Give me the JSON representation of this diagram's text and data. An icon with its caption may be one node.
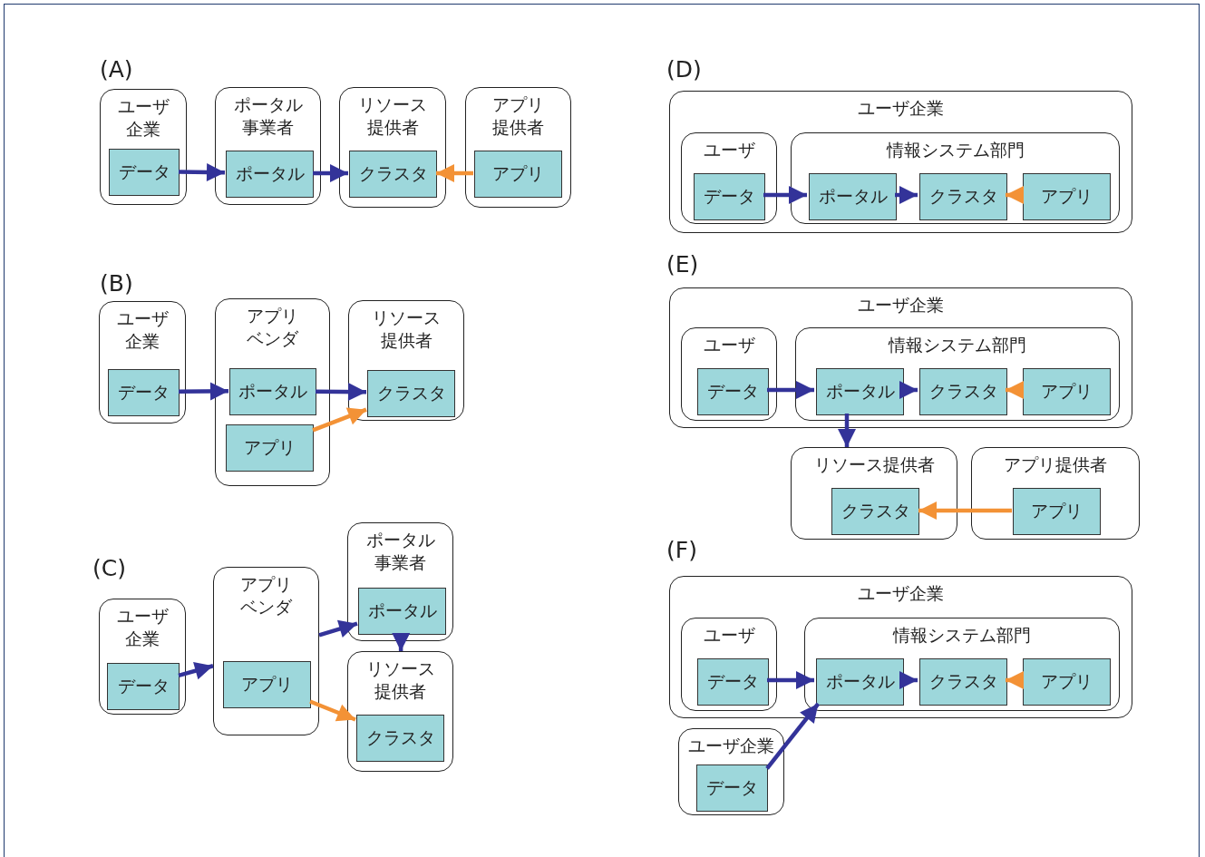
{
  "diagram": {
    "nodes": [
      {
        "text": [
          "ユーザ企業"
        ]
      },
      {
        "text": [
          "データ"
        ],
        "in": 0
      },
      {
        "text": [
          "ポータル事業者"
        ]
      },
      {
        "text": [
          "ポータル"
        ],
        "in": 2
      },
      {
        "text": [
          "リソース提供者"
        ]
      },
      {
        "text": [
          "クラスタ"
        ],
        "in": 4
      },
      {
        "text": [
          "アプリ提供者"
        ]
      },
      {
        "text": [
          "アプリ"
        ],
        "in": 6
      },
      {
        "text": [
          "ユーザ企業"
        ]
      },
      {
        "text": [
          "データ"
        ],
        "in": 8
      },
      {
        "text": [
          "アプリベンダ"
        ]
      },
      {
        "text": [
          "ポータル"
        ],
        "in": 10
      },
      {
        "text": [
          "アプリ"
        ],
        "in": 10
      },
      {
        "text": [
          "リソース提供者"
        ]
      },
      {
        "text": [
          "クラスタ"
        ],
        "in": 13
      },
      {
        "text": [
          "ユーザ企業"
        ]
      },
      {
        "text": [
          "データ"
        ],
        "in": 15
      },
      {
        "text": [
          "アプリベンダ"
        ]
      },
      {
        "text": [
          "アプリ"
        ],
        "in": 17
      },
      {
        "text": [
          "ポータル事業者"
        ]
      },
      {
        "text": [
          "ポータル"
        ],
        "in": 19
      },
      {
        "text": [
          "リソース提供者"
        ]
      },
      {
        "text": [
          "クラスタ"
        ],
        "in": 21
      },
      {
        "text": [
          "ユーザ企業"
        ]
      },
      {
        "text": [
          "ユーザ"
        ],
        "in": 23
      },
      {
        "text": [
          "データ"
        ],
        "in": 24
      },
      {
        "text": [
          "情報システム部門"
        ],
        "in": 23
      },
      {
        "text": [
          "ポータル"
        ],
        "in": 26
      },
      {
        "text": [
          "クラスタ"
        ],
        "in": 26
      },
      {
        "text": [
          "アプリ"
        ],
        "in": 26
      },
      {
        "text": [
          "ユーザ企業"
        ]
      },
      {
        "text": [
          "ユーザ"
        ],
        "in": 30
      },
      {
        "text": [
          "データ"
        ],
        "in": 31
      },
      {
        "text": [
          "情報システム部門"
        ],
        "in": 30
      },
      {
        "text": [
          "ポータル"
        ],
        "in": 33
      },
      {
        "text": [
          "クラスタ"
        ],
        "in": 33
      },
      {
        "text": [
          "アプリ"
        ],
        "in": 33
      },
      {
        "text": [
          "リソース提供者"
        ]
      },
      {
        "text": [
          "クラスタ"
        ],
        "in": 37
      },
      {
        "text": [
          "アプリ提供者"
        ]
      },
      {
        "text": [
          "アプリ"
        ],
        "in": 39
      },
      {
        "text": [
          "ユーザ企業"
        ]
      },
      {
        "text": [
          "ユーザ"
        ],
        "in": 41
      },
      {
        "text": [
          "データ"
        ],
        "in": 42
      },
      {
        "text": [
          "情報システム部門"
        ],
        "in": 41
      },
      {
        "text": [
          "ポータル"
        ],
        "in": 44
      },
      {
        "text": [
          "クラスタ"
        ],
        "in": 44
      },
      {
        "text": [
          "アプリ"
        ],
        "in": 44
      },
      {
        "text": [
          "ユーザ企業"
        ]
      },
      {
        "text": [
          "データ"
        ],
        "in": 48
      }
    ],
    "edges": [
      {
        "from": 1,
        "to": 3,
        "arrow": "to"
      },
      {
        "from": 3,
        "to": 5,
        "arrow": "to"
      },
      {
        "from": 7,
        "to": 5,
        "arrow": "to",
        "color": "#f39236"
      },
      {
        "from": 9,
        "to": 11,
        "arrow": "to"
      },
      {
        "from": 11,
        "to": 14,
        "arrow": "to"
      },
      {
        "from": 12,
        "to": 14,
        "arrow": "to",
        "color": "#f39236"
      },
      {
        "from": 16,
        "to": 17,
        "arrow": "to"
      },
      {
        "from": 17,
        "to": 20,
        "arrow": "to"
      },
      {
        "from": 20,
        "to": 21,
        "arrow": "to"
      },
      {
        "from": 18,
        "to": 22,
        "arrow": "to",
        "color": "#f39236"
      },
      {
        "from": 25,
        "to": 27,
        "arrow": "to"
      },
      {
        "from": 27,
        "to": 28,
        "arrow": "to"
      },
      {
        "from": 29,
        "to": 28,
        "arrow": "to",
        "color": "#f39236"
      },
      {
        "from": 32,
        "to": 34,
        "arrow": "to"
      },
      {
        "from": 34,
        "to": 35,
        "arrow": "to"
      },
      {
        "from": 36,
        "to": 35,
        "arrow": "to",
        "color": "#f39236"
      },
      {
        "from": 34,
        "to": 37,
        "arrow": "to"
      },
      {
        "from": 40,
        "to": 38,
        "arrow": "to",
        "color": "#f39236"
      },
      {
        "from": 43,
        "to": 45,
        "arrow": "to"
      },
      {
        "from": 45,
        "to": 46,
        "arrow": "to"
      },
      {
        "from": 47,
        "to": 46,
        "arrow": "to",
        "color": "#f39236"
      },
      {
        "from": 49,
        "to": 45,
        "arrow": "to"
      }
    ],
    "labels": [
      "(A)",
      "(B)",
      "(C)",
      "(D)",
      "(E)",
      "(F)"
    ]
  }
}
